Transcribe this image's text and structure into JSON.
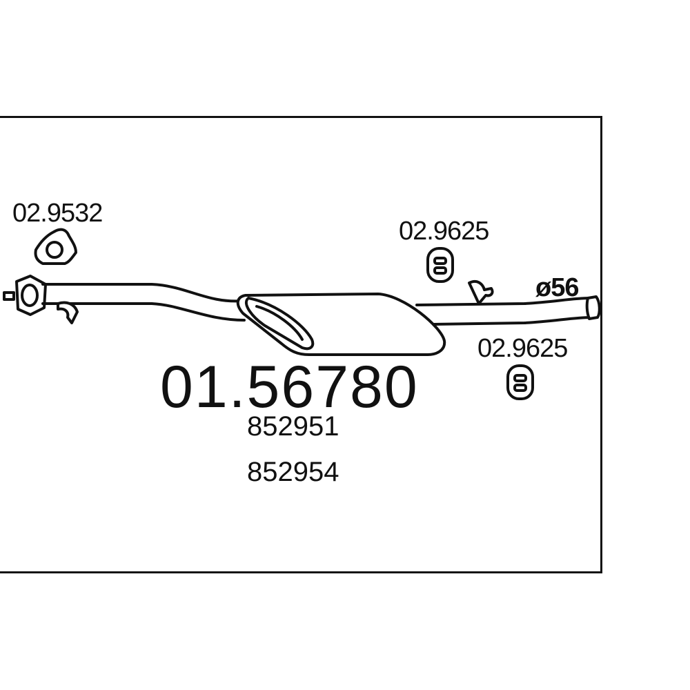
{
  "part_number": "01.56780",
  "oem_numbers": [
    "852951",
    "852954"
  ],
  "accessories": {
    "gasket": "02.9532",
    "hanger_top": "02.9625",
    "hanger_bottom": "02.9625"
  },
  "diameter_label": "ø56"
}
